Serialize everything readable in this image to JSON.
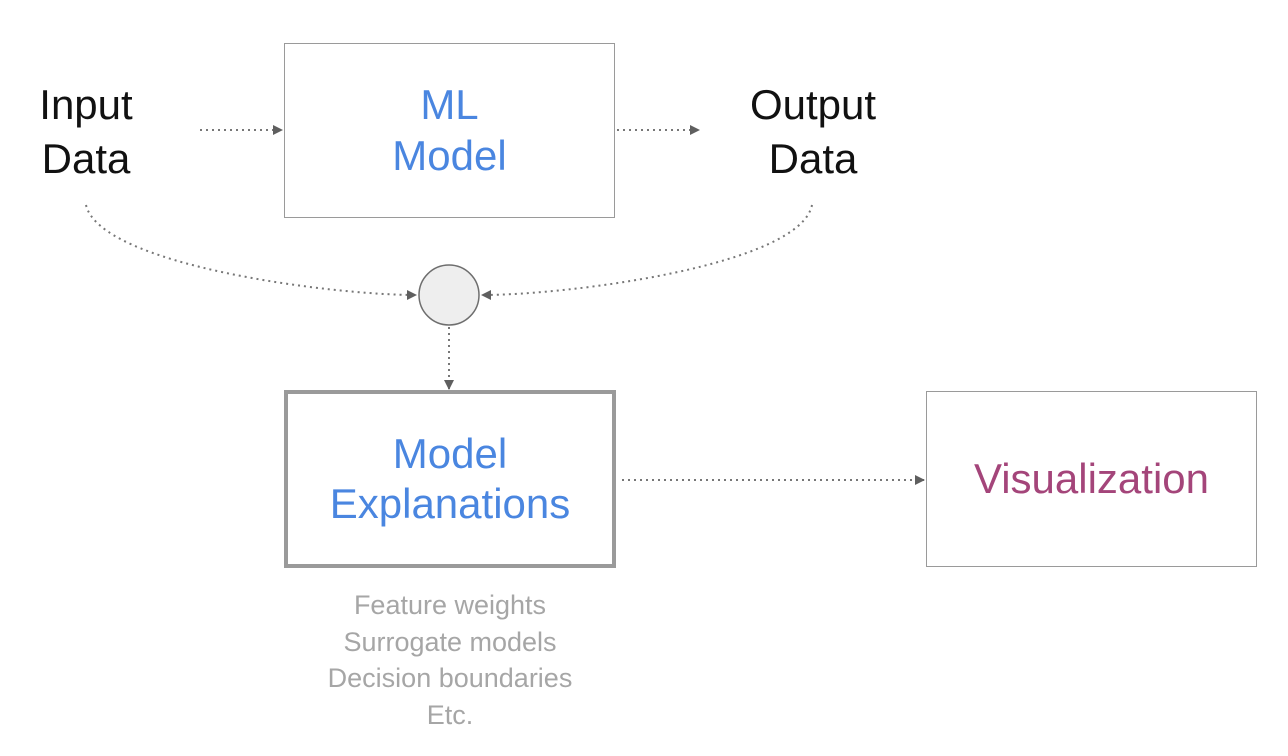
{
  "input": {
    "line1": "Input",
    "line2": "Data"
  },
  "ml_model": {
    "line1": "ML",
    "line2": "Model"
  },
  "output": {
    "line1": "Output",
    "line2": "Data"
  },
  "explanations": {
    "line1": "Model",
    "line2": "Explanations"
  },
  "visualization": {
    "label": "Visualization"
  },
  "explanation_types": [
    "Feature weights",
    "Surrogate models",
    "Decision boundaries",
    "Etc."
  ],
  "colors": {
    "primary_text": "#4a86e0",
    "visualization_text": "#a4457a",
    "border": "#9a9a9a",
    "note_text": "#a6a6a6",
    "join_fill": "#eeeeee"
  }
}
